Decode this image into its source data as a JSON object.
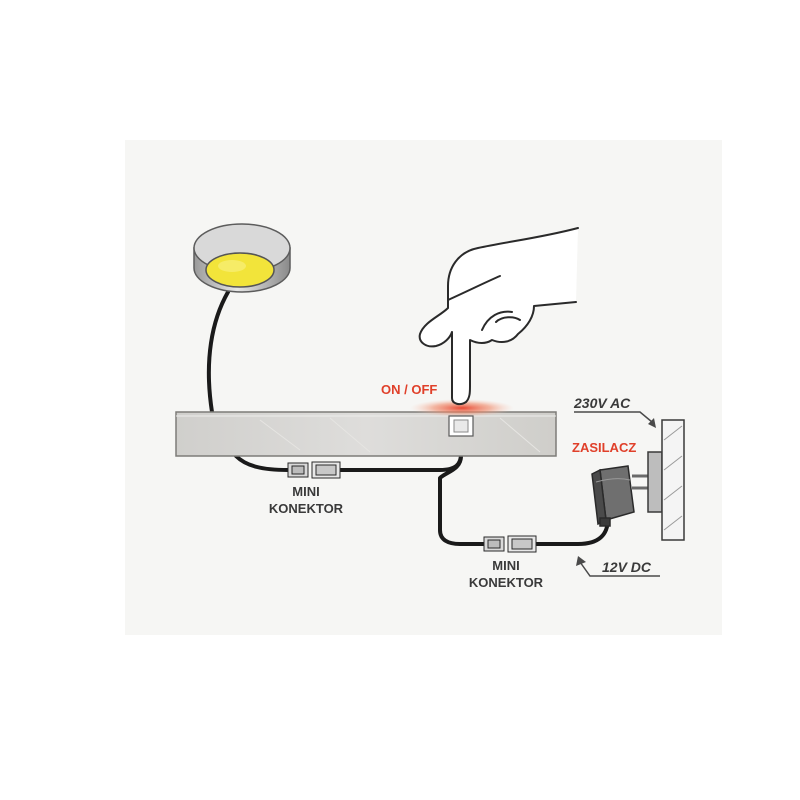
{
  "labels": {
    "switch": "ON / OFF",
    "mains": "230V AC",
    "adapter": "ZASILACZ",
    "low_voltage": "12V DC",
    "connector_left_line1": "MINI",
    "connector_left_line2": "KONEKTOR",
    "connector_right_line1": "MINI",
    "connector_right_line2": "KONEKTOR"
  },
  "colors": {
    "background_panel": "#f6f6f4",
    "shelf": "#d6d5d2",
    "lamp_body": "#c7c7c7",
    "lamp_lens": "#f2e43a",
    "cable": "#1a1a1a",
    "switch_glow": "#f0785a",
    "accent_red": "#e0402a"
  },
  "icons": [
    "puck-lamp-icon",
    "hand-pointer-icon",
    "power-adapter-icon",
    "wall-socket-icon",
    "mini-connector-icon"
  ]
}
